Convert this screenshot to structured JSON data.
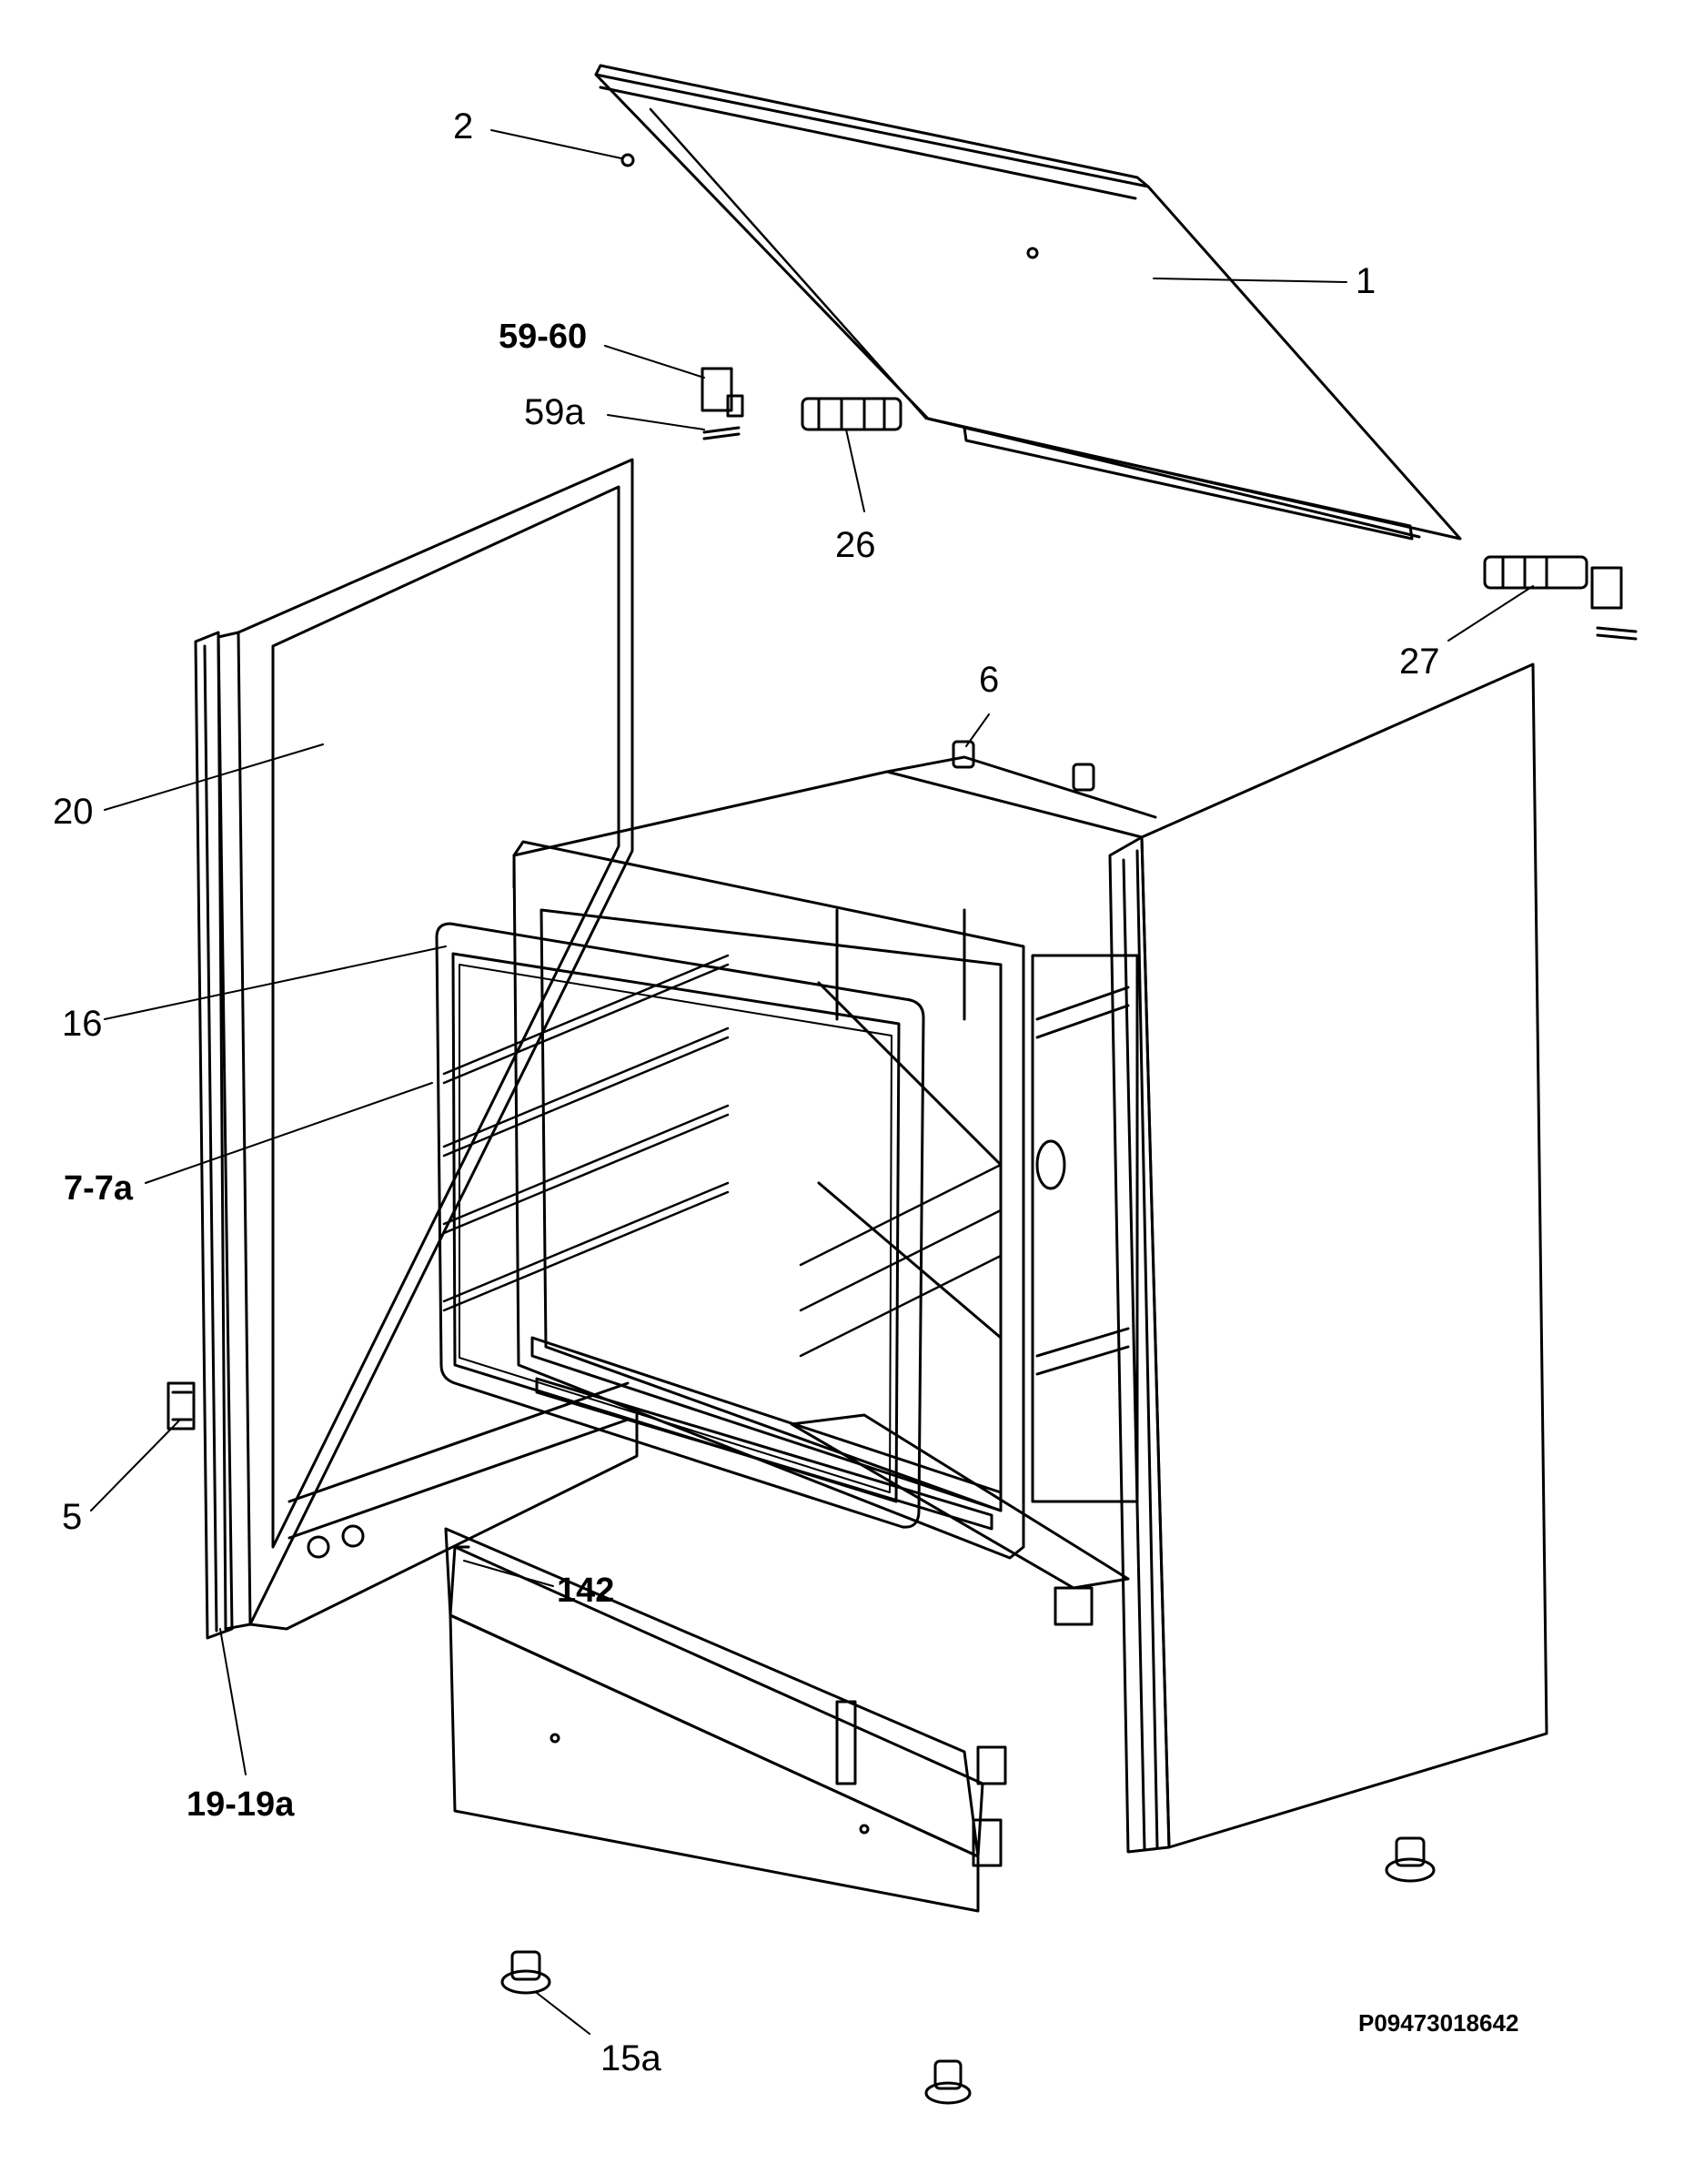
{
  "drawing_code": "P09473018642",
  "labels": {
    "p1": "1",
    "p2": "2",
    "p5": "5",
    "p6": "6",
    "p7": "7-7a",
    "p15a": "15a",
    "p16": "16",
    "p19": "19-19a",
    "p20": "20",
    "p26": "26",
    "p27": "27",
    "p59_60": "59-60",
    "p59a": "59a",
    "p142": "142"
  }
}
